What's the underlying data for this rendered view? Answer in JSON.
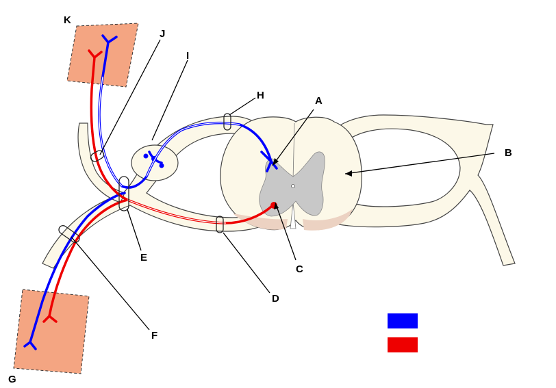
{
  "labels": {
    "A": "A",
    "B": "B",
    "C": "C",
    "D": "D",
    "E": "E",
    "F": "F",
    "G": "G",
    "H": "H",
    "I": "I",
    "J": "J",
    "K": "K"
  },
  "legend": [
    {
      "color": "#0000ff",
      "text": ""
    },
    {
      "color": "#ee0000",
      "text": ""
    }
  ],
  "colors": {
    "sensory": "#0000ff",
    "motor": "#ee0000",
    "tissue": "#f4a582",
    "cord_white": "#fcf8e8",
    "gray_matter": "#c8c8c8",
    "ventral_tint": "#ecd2c2"
  }
}
